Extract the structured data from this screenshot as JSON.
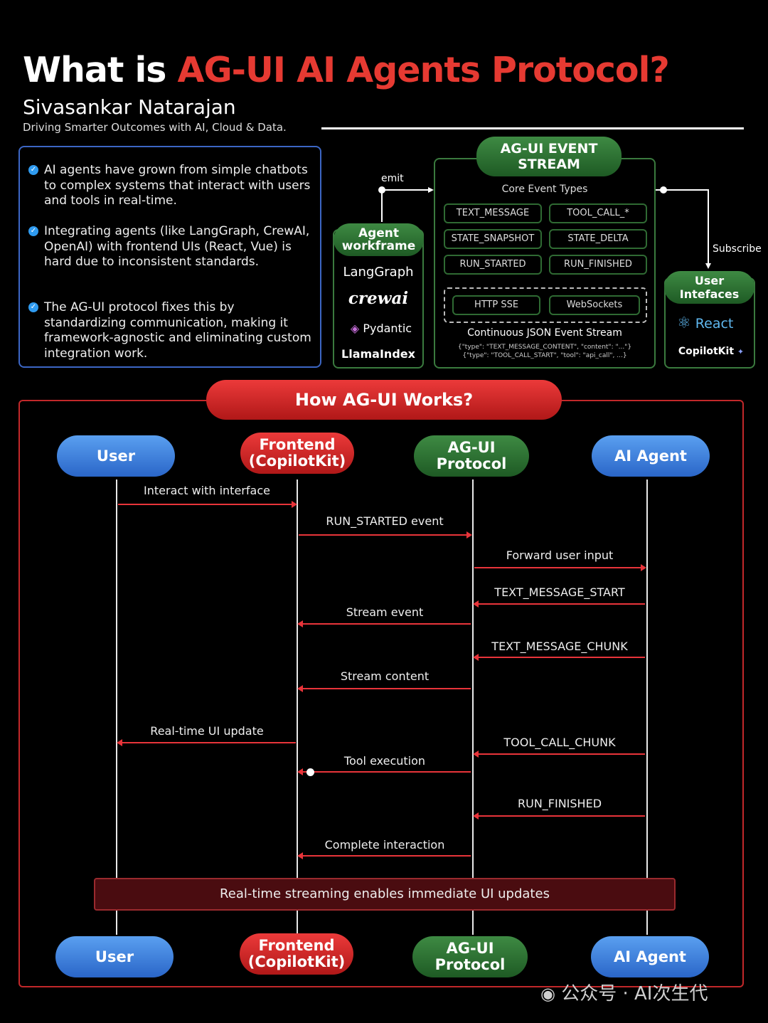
{
  "header": {
    "title_white": "What is ",
    "title_red": "AG-UI AI Agents Protocol?",
    "author": "Sivasankar Natarajan",
    "tagline": "Driving Smarter Outcomes with AI, Cloud & Data."
  },
  "intro": {
    "bullets": [
      "AI agents have grown from simple chatbots to complex systems that interact with users and tools in real-time.",
      "Integrating agents (like LangGraph, CrewAI, OpenAI) with frontend UIs (React, Vue) is hard due to inconsistent standards.",
      "The AG-UI protocol fixes this by standardizing communication, making it framework-agnostic and eliminating custom integration work."
    ]
  },
  "agent_framework": {
    "title": "Agent workframe",
    "items": [
      "LangGraph",
      "crewai",
      "Pydantic",
      "LlamaIndex"
    ],
    "emit_label": "emit"
  },
  "event_stream": {
    "title": "AG-UI EVENT STREAM",
    "subtitle": "Core Event Types",
    "events": [
      "TEXT_MESSAGE",
      "TOOL_CALL_*",
      "STATE_SNAPSHOT",
      "STATE_DELTA",
      "RUN_STARTED",
      "RUN_FINISHED"
    ],
    "transports": [
      "HTTP SSE",
      "WebSockets"
    ],
    "stream_label": "Continuous JSON Event Stream",
    "json_line1": "{\"type\": \"TEXT_MESSAGE_CONTENT\", \"content\": \"...\"}",
    "json_line2": "{\"type\": \"TOOL_CALL_START\", \"tool\": \"api_call\", ...}",
    "subscribe_label": "Subscribe"
  },
  "user_interfaces": {
    "title": "User Intefaces",
    "items": [
      "React",
      "CopilotKit"
    ]
  },
  "how": {
    "title": "How AG-UI Works?",
    "actors": [
      "User",
      "Frontend (CopilotKit)",
      "AG-UI Protocol",
      "AI Agent"
    ],
    "messages": [
      "Interact with interface",
      "RUN_STARTED event",
      "Forward user input",
      "TEXT_MESSAGE_START",
      "Stream event",
      "TEXT_MESSAGE_CHUNK",
      "Stream content",
      "Real-time UI update",
      "TOOL_CALL_CHUNK",
      "Tool execution",
      "RUN_FINISHED",
      "Complete interaction"
    ],
    "note": "Real-time streaming enables immediate UI updates"
  },
  "watermark": "公众号 · AI次生代",
  "colors": {
    "accent_red": "#e63a32",
    "green": "#2f6a33",
    "blue": "#3c66c4"
  }
}
